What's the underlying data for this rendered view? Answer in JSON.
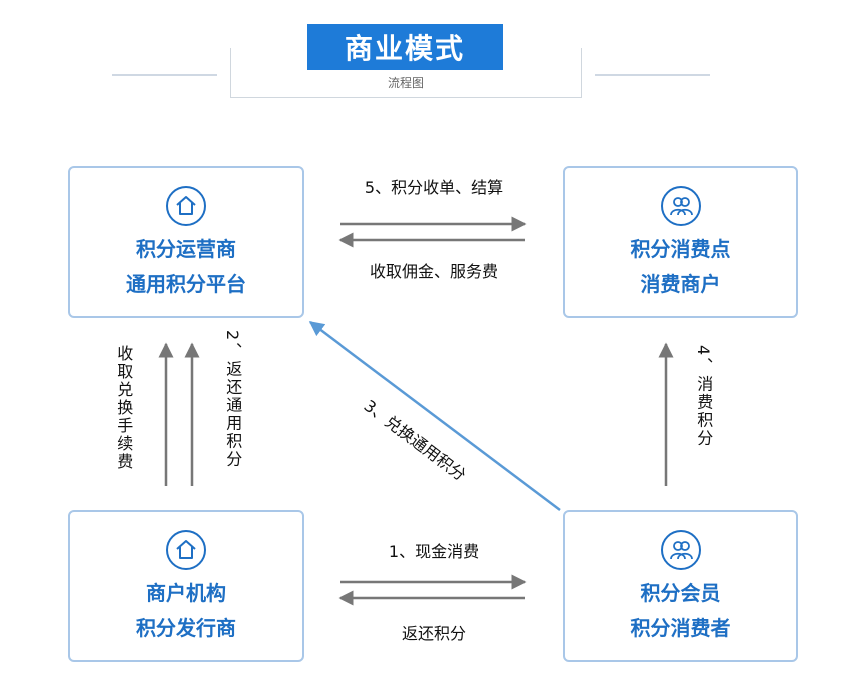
{
  "title": {
    "main": "商业模式",
    "subtitle": "流程图"
  },
  "nodes": {
    "operator": {
      "line1": "积分运营商",
      "line2": "通用积分平台",
      "icon": "home-icon"
    },
    "consumption_point": {
      "line1": "积分消费点",
      "line2": "消费商户",
      "icon": "users-icon"
    },
    "merchant": {
      "line1": "商户机构",
      "line2": "积分发行商",
      "icon": "home-icon"
    },
    "member": {
      "line1": "积分会员",
      "line2": "积分消费者",
      "icon": "users-icon"
    }
  },
  "edges": {
    "e1_top": "1、现金消费",
    "e1_bottom": "返还积分",
    "e2_left": "收取兑换手续费",
    "e2_right": "2、返还通用积分",
    "e3": "3、兑换通用积分",
    "e4": "4、消费积分",
    "e5_top": "5、积分收单、结算",
    "e5_bottom": "收取佣金、服务费"
  },
  "colors": {
    "accent": "#1e7bd8",
    "node_border": "#a9c7e8",
    "node_text": "#1e6fc4",
    "arrow_gray": "#777777",
    "arrow_blue": "#5a9ad6"
  }
}
